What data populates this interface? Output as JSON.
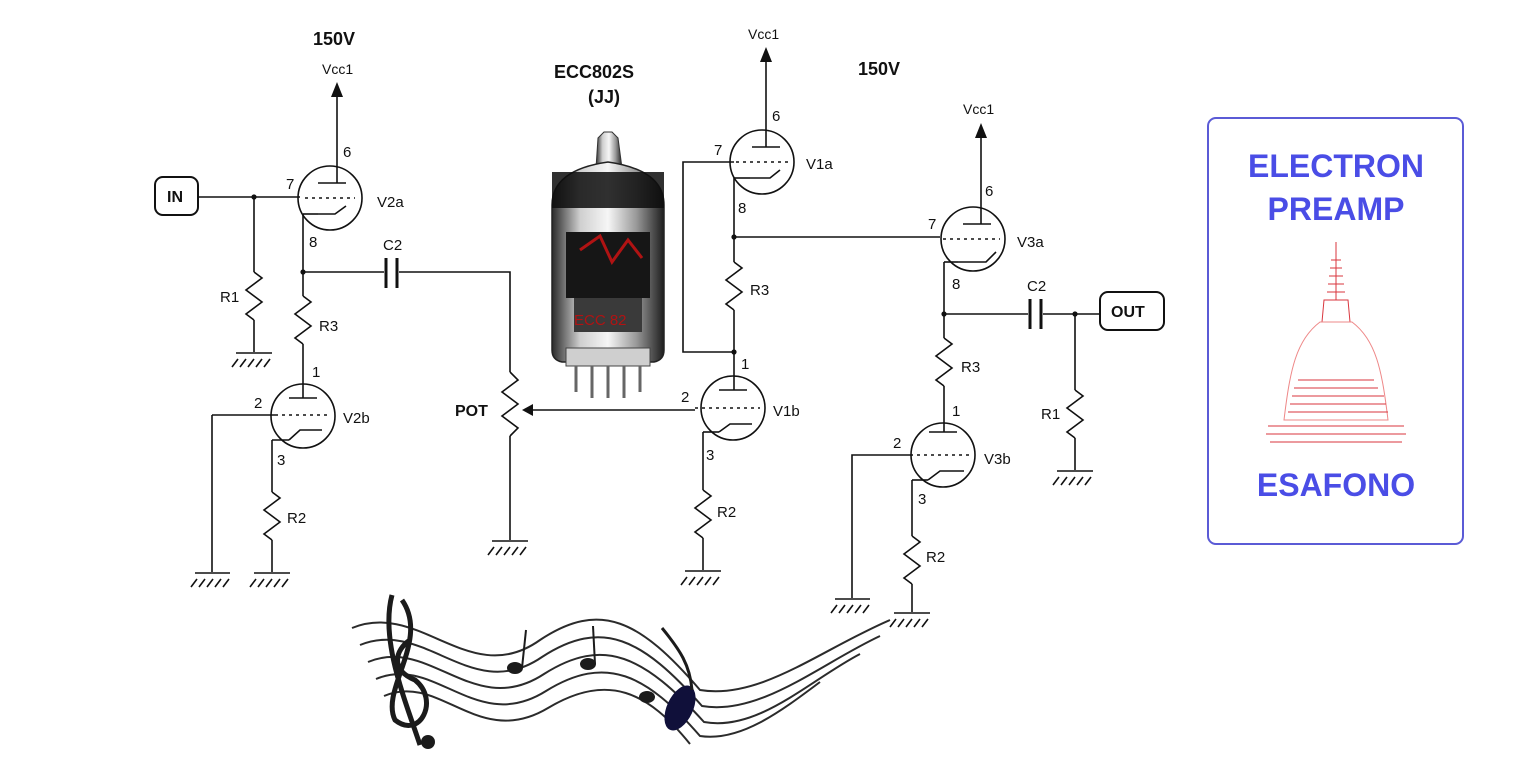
{
  "supply": {
    "left_voltage": "150V",
    "right_voltage": "150V",
    "rail_label": "Vcc1"
  },
  "tube": {
    "title": "ECC802S",
    "subtitle": "(JJ)",
    "print": "ECC 82"
  },
  "terminals": {
    "input": "IN",
    "output": "OUT",
    "pot": "POT"
  },
  "stages": {
    "v2a": {
      "name": "V2a",
      "plate_pin": "6",
      "grid_pin": "7",
      "cathode_pin": "8"
    },
    "v2b": {
      "name": "V2b",
      "plate_pin": "1",
      "grid_pin": "2",
      "cathode_pin": "3"
    },
    "v1a": {
      "name": "V1a",
      "plate_pin": "6",
      "grid_pin": "7",
      "cathode_pin": "8"
    },
    "v1b": {
      "name": "V1b",
      "plate_pin": "1",
      "grid_pin": "2",
      "cathode_pin": "3"
    },
    "v3a": {
      "name": "V3a",
      "plate_pin": "6",
      "grid_pin": "7",
      "cathode_pin": "8"
    },
    "v3b": {
      "name": "V3b",
      "plate_pin": "1",
      "grid_pin": "2",
      "cathode_pin": "3"
    }
  },
  "components": {
    "r1_left": "R1",
    "r3_left": "R3",
    "r2_left": "R2",
    "c2_left": "C2",
    "r3_mid": "R3",
    "r2_mid": "R2",
    "r3_right": "R3",
    "r2_right": "R2",
    "c2_right": "C2",
    "r1_right": "R1"
  },
  "logo": {
    "line1": "ELECTRON",
    "line2": "PREAMP",
    "line3": "ESAFONO",
    "color": "#4a4de6"
  }
}
